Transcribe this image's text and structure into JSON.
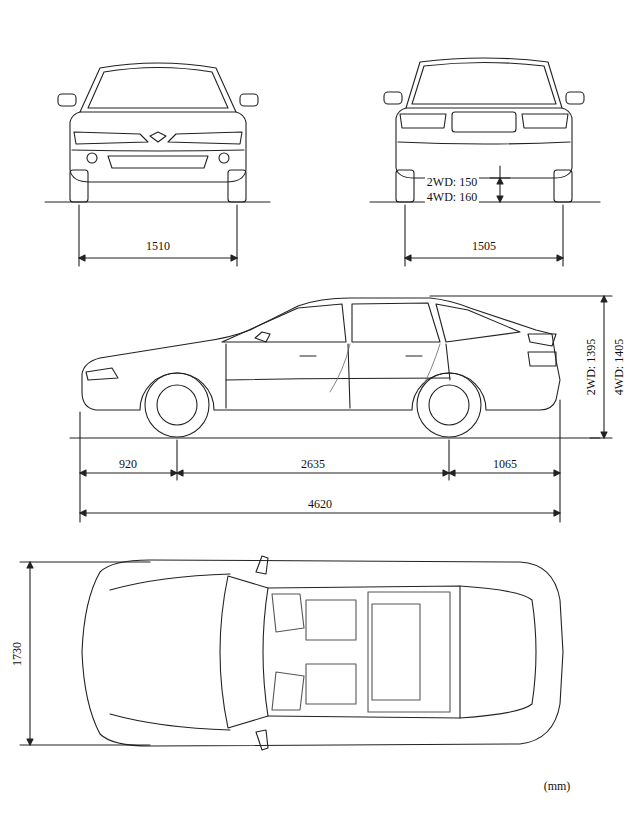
{
  "diagram": {
    "labels": [
      "1510",
      "1505",
      "2WD: 150",
      "4WD: 160",
      "2WD: 1395",
      "4WD: 1405",
      "920",
      "2635",
      "1065",
      "4620",
      "1730",
      "(mm)"
    ]
  }
}
